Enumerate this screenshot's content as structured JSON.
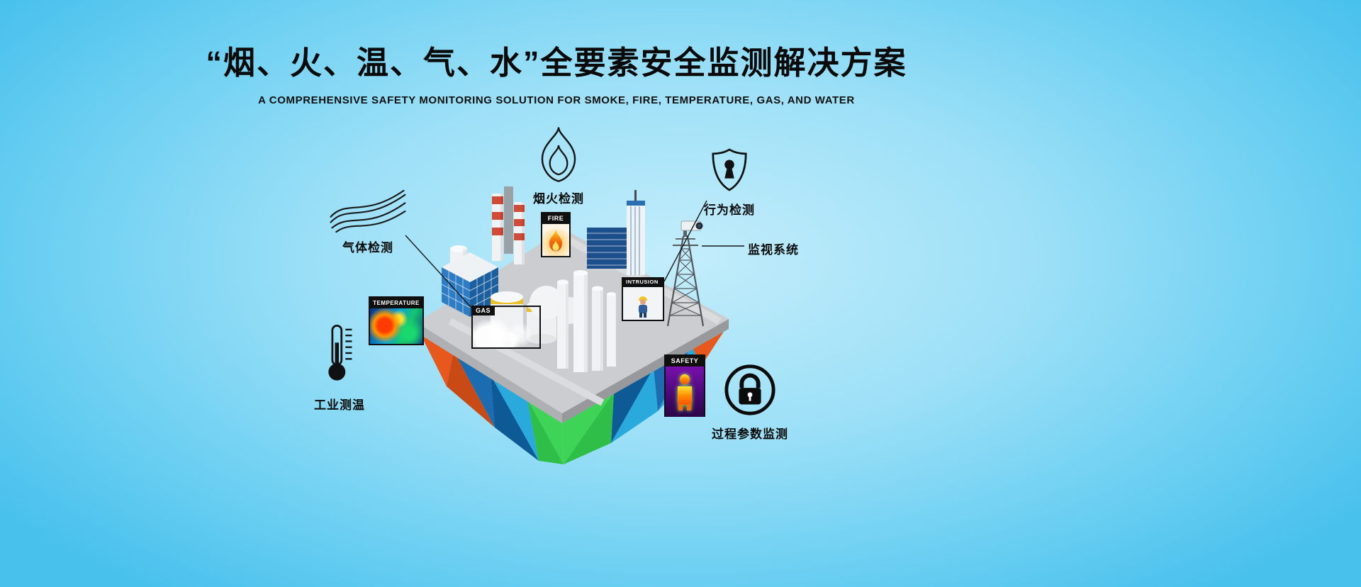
{
  "header": {
    "title": "“烟、火、温、气、水”全要素安全监测解决方案",
    "subtitle": "A COMPREHENSIVE SAFETY MONITORING SOLUTION FOR SMOKE, FIRE, TEMPERATURE, GAS, AND WATER"
  },
  "callouts": {
    "smoke_fire": {
      "label": "烟火检测",
      "icon": "flame-outline-icon"
    },
    "behavior": {
      "label": "行为检测",
      "icon": "shield-keyhole-icon"
    },
    "surveillance": {
      "label": "监视系统",
      "icon": "cctv-camera"
    },
    "gas": {
      "label": "气体检测",
      "icon": "smoke-waves-icon"
    },
    "industrial_temp": {
      "label": "工业测温",
      "icon": "thermometer-icon"
    },
    "process_params": {
      "label": "过程参数监测",
      "icon": "padlock-circle-icon"
    }
  },
  "scene_tags": {
    "fire": "FIRE",
    "temperature": "TEMPERATURE",
    "gas": "GAS",
    "intrusion": "INTRUSION",
    "safety": "SAFETY"
  },
  "colors": {
    "background_edge": "#49c1ed",
    "background_center": "#c3edfb",
    "title_text": "#0a0a0a",
    "tag_bg": "#101010",
    "tag_text": "#ffffff",
    "crystal_orange": "#e8571c",
    "crystal_orange_dark": "#c94a14",
    "crystal_blue": "#1b6cb0",
    "crystal_blue_dark": "#0d5a97",
    "crystal_cyan": "#2aa9dd",
    "crystal_green": "#2fbf49",
    "crystal_green_bright": "#3ed457",
    "platform_top": "#cbcdd0",
    "platform_side": "#97999c",
    "safety_purple": "#7a0fae",
    "flame_orange": "#f07318",
    "thermal_hot": "#ff3b00"
  }
}
